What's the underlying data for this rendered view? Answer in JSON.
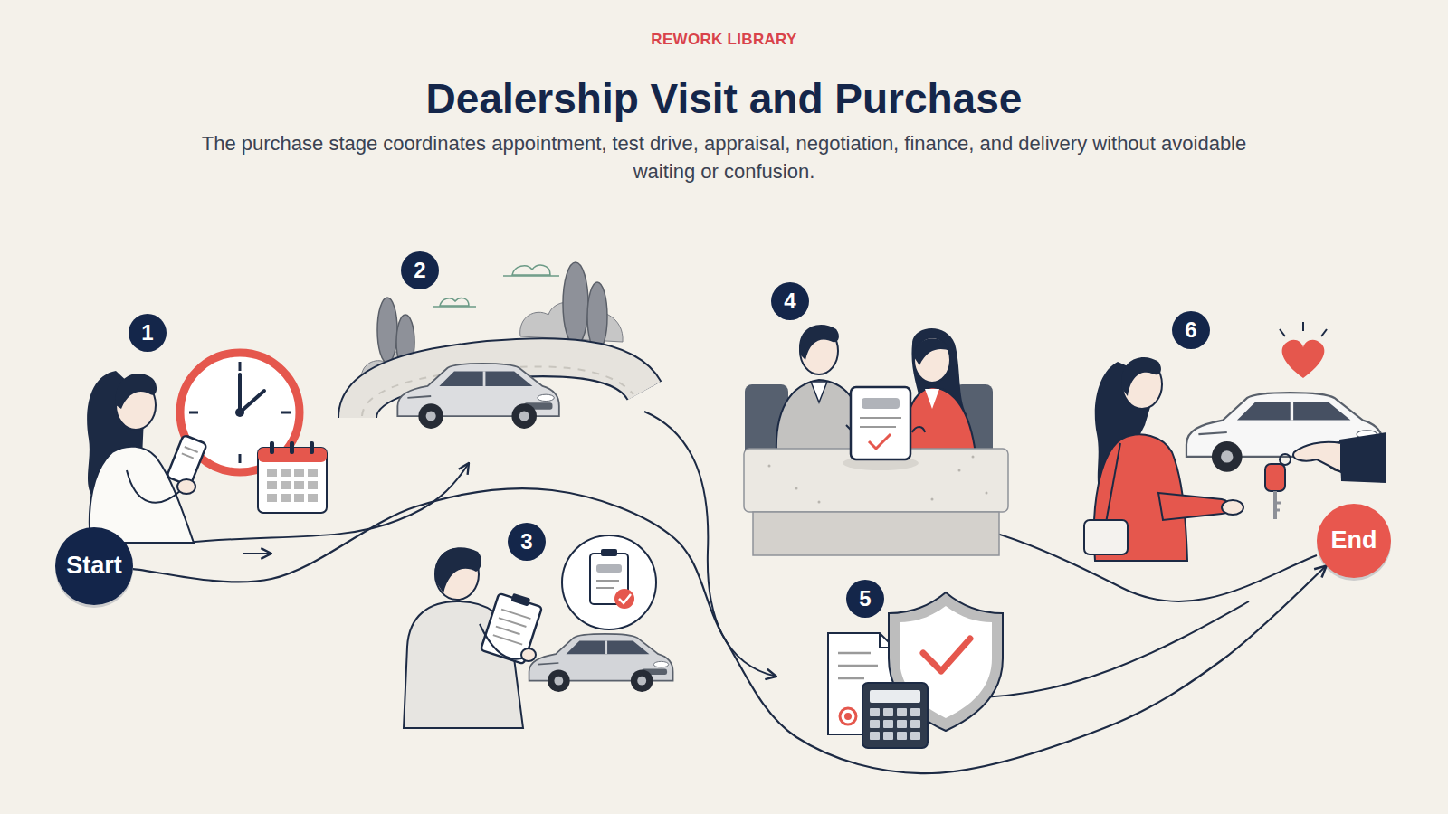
{
  "diagram": {
    "title": "Dealership Visit and Purchase",
    "caption": "The purchase stage coordinates appointment, test drive, appraisal, negotiation, finance, and delivery without avoidable waiting or confusion.",
    "nodes": [
      {
        "text": [
          "Start"
        ]
      },
      {
        "text": [
          "End"
        ]
      }
    ],
    "edges": [
      {
        "from": 0,
        "to": 1,
        "arrow": "to"
      }
    ],
    "labels": [
      "REWORK LIBRARY",
      "1",
      "2",
      "3",
      "4",
      "5",
      "6"
    ]
  }
}
